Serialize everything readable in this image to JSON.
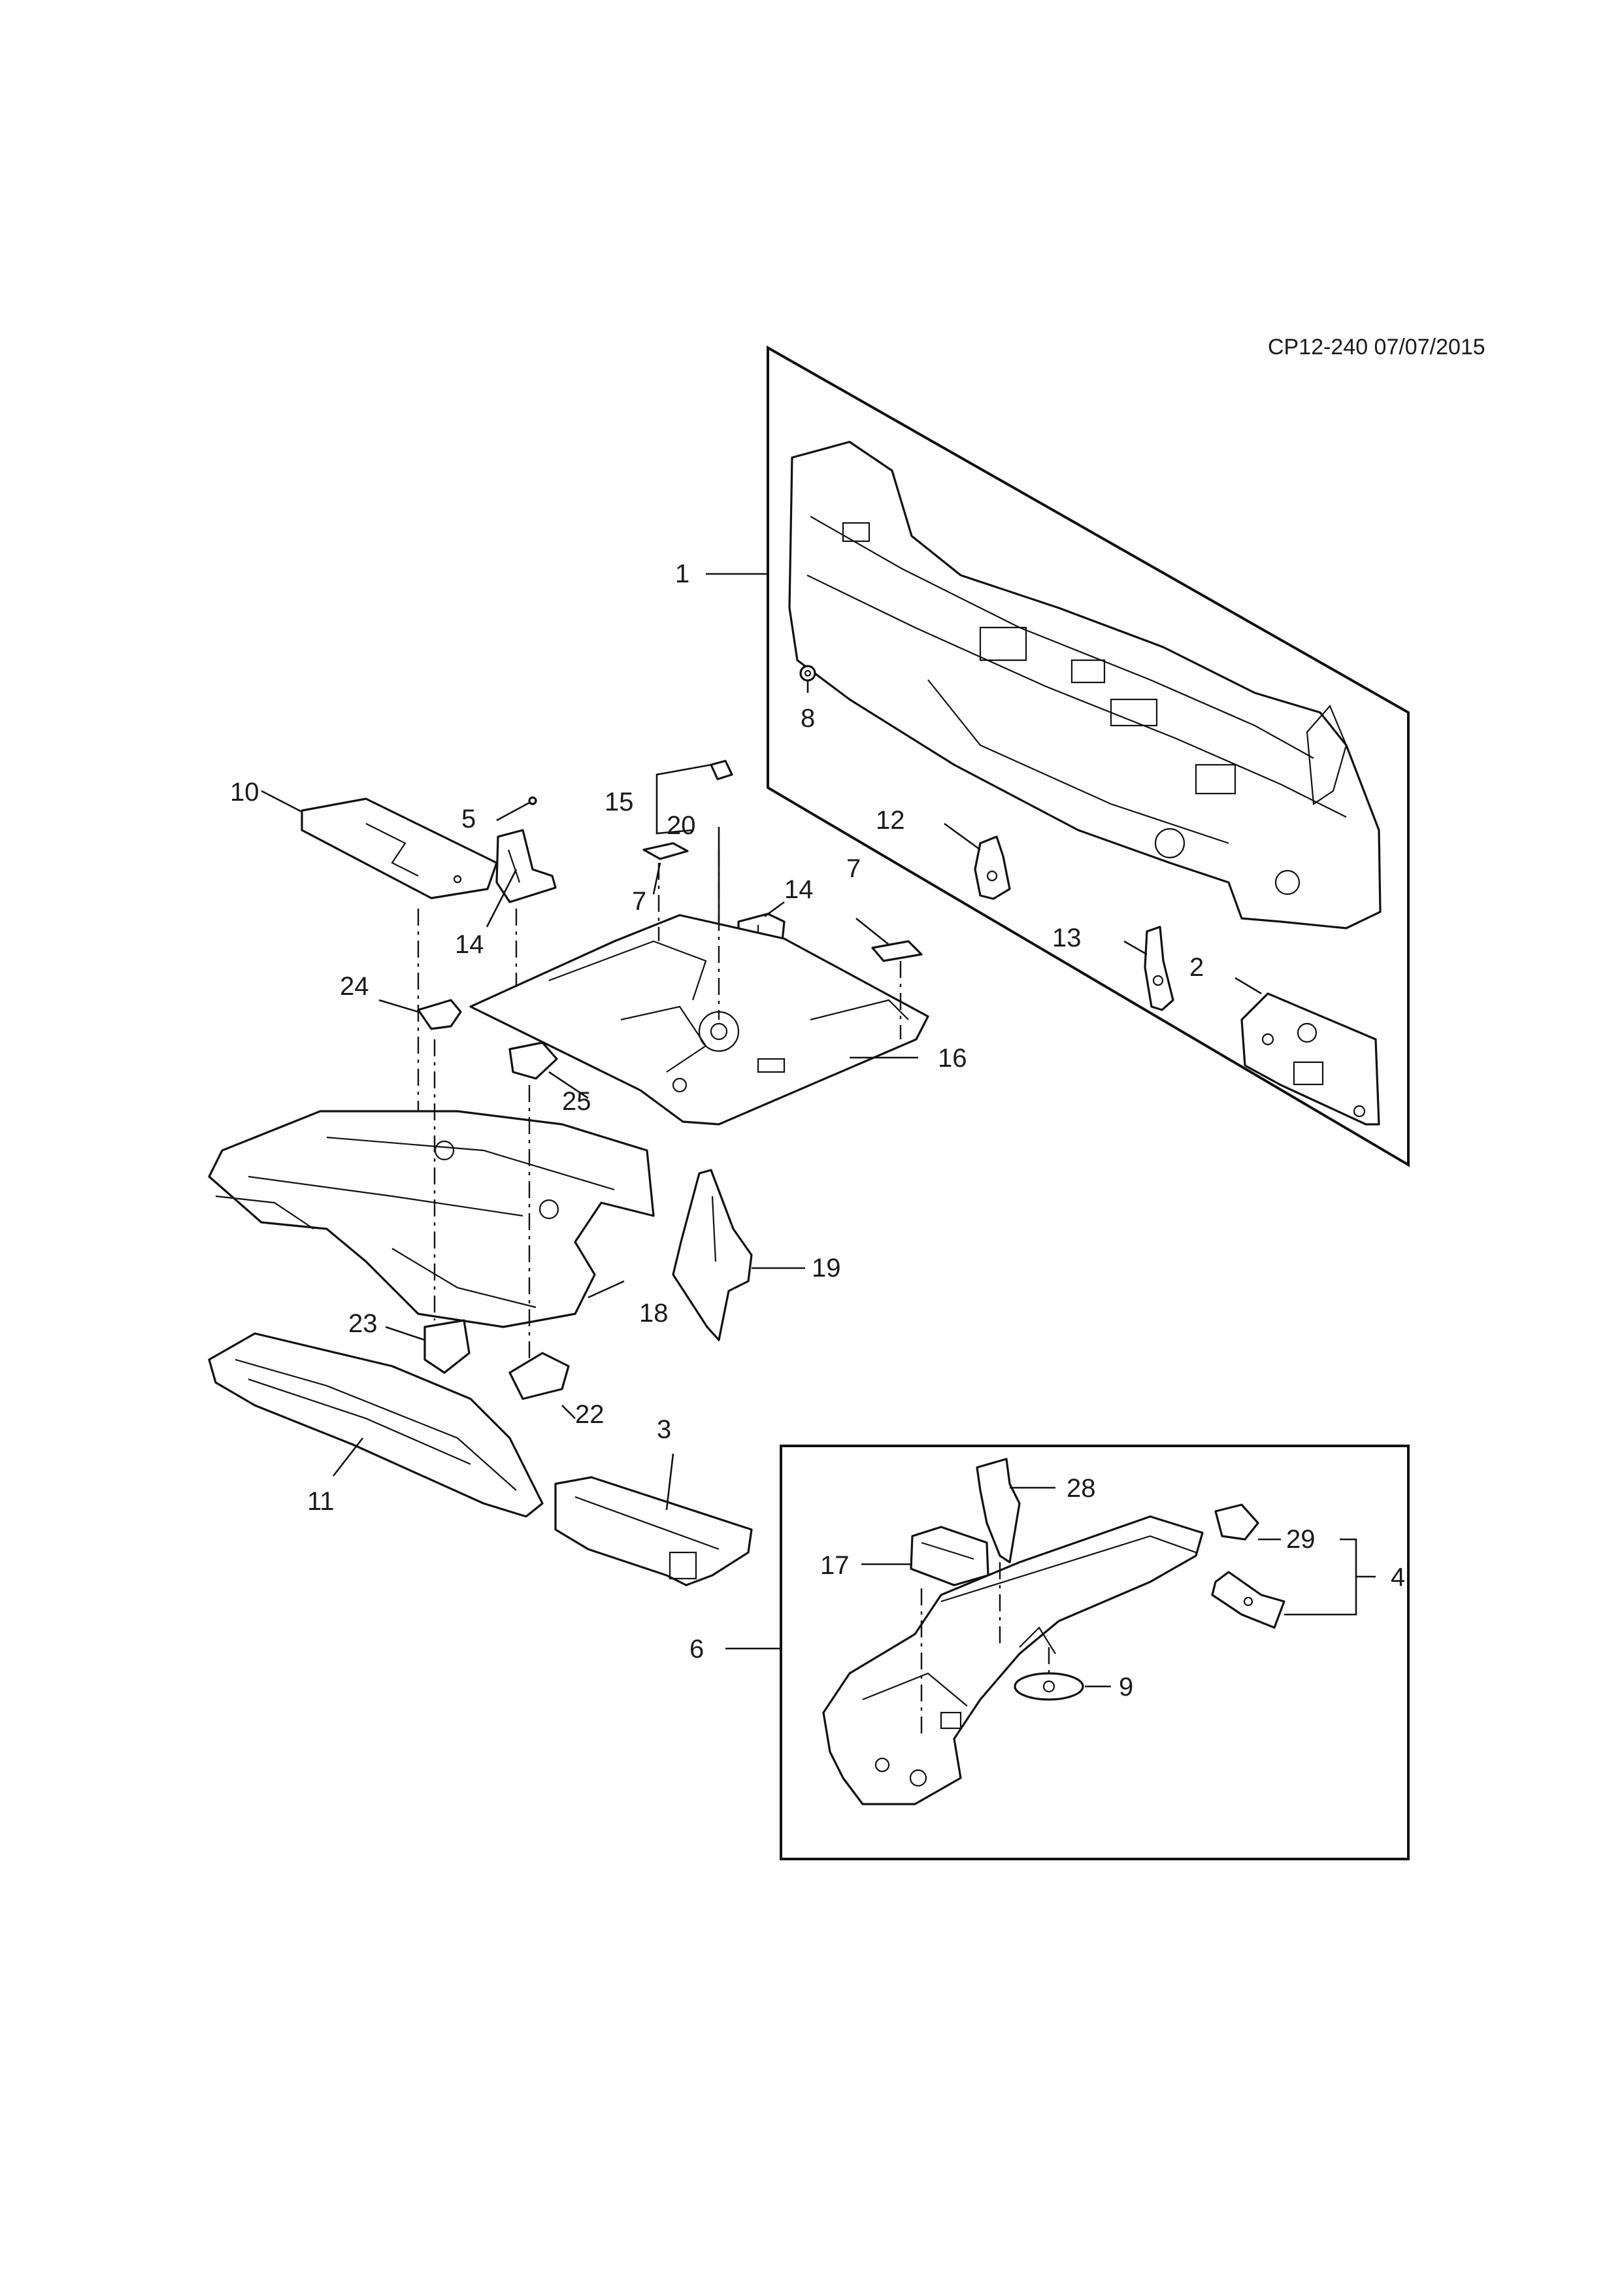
{
  "document": {
    "reference": "CP12-240 07/07/2015"
  },
  "callouts": {
    "c1": "1",
    "c2": "2",
    "c3": "3",
    "c4": "4",
    "c5": "5",
    "c6": "6",
    "c7a": "7",
    "c7b": "7",
    "c8": "8",
    "c9": "9",
    "c10": "10",
    "c11": "11",
    "c12": "12",
    "c13": "13",
    "c14a": "14",
    "c14b": "14",
    "c15": "15",
    "c16": "16",
    "c17": "17",
    "c18": "18",
    "c19": "19",
    "c20": "20",
    "c22": "22",
    "c23": "23",
    "c24": "24",
    "c25": "25",
    "c28": "28",
    "c29": "29"
  }
}
